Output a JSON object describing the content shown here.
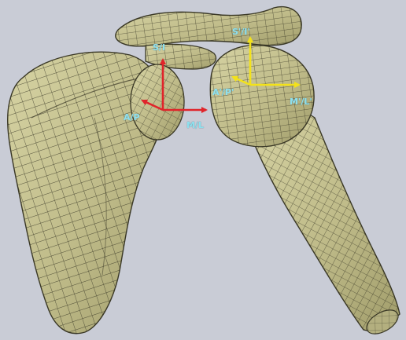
{
  "scene": {
    "background": "#c9ccd6",
    "bone_fill": "#c2bf8e",
    "bone_shade": "#9c9868",
    "mesh_line": "#2b2a1c",
    "outline": "#3a3826"
  },
  "scapula_frame": {
    "color": "#e0242a",
    "labels": {
      "superior": "S/I",
      "anterior": "A/P",
      "medial": "M/L"
    }
  },
  "humerus_frame": {
    "color": "#f3e21a",
    "labels": {
      "superior": "S'/I'",
      "anterior": "A'/P'",
      "medial": "M'/L'"
    }
  }
}
